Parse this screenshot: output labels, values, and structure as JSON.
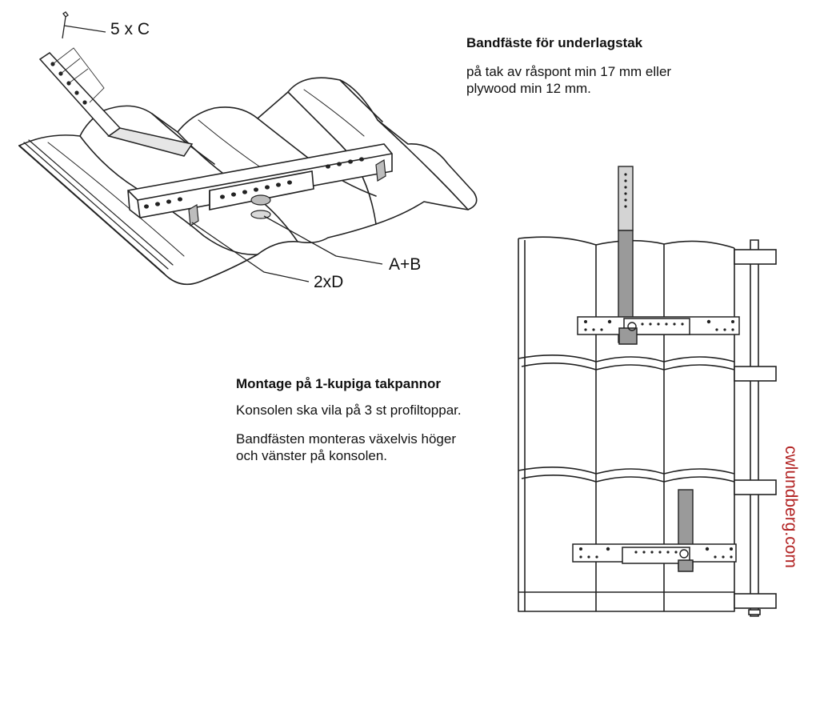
{
  "labels": {
    "screw": "5 x C",
    "ab": "A+B",
    "d": "2xD"
  },
  "section1": {
    "title": "Bandfäste för underlagstak",
    "lines": [
      "på tak av råspont min 17 mm eller",
      "plywood min 12 mm."
    ]
  },
  "section2": {
    "title": "Montage på 1-kupiga takpannor",
    "line1": "Konsolen ska vila på 3 st profiltoppar.",
    "line2": [
      "Bandfästen monteras växelvis höger",
      "och vänster på konsolen."
    ]
  },
  "brand": {
    "text": "cwlundberg.com",
    "color": "#b22222"
  },
  "colors": {
    "line": "#222222",
    "strap": "#9a9a9a",
    "strap_light": "#c8c8c8"
  }
}
